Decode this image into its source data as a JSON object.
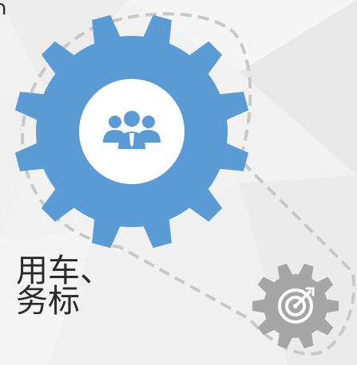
{
  "text_fragments": {
    "top_partial": "ר",
    "line1_partial": "用车、",
    "line2_partial": "务标"
  },
  "colors": {
    "background": "#f1f1f1",
    "big_gear": "#5b9bd5",
    "small_gear": "#a5a5a5",
    "gear_center": "#ffffff",
    "dashed_outline": "#c8c8c8",
    "text": "#2a2a2a"
  },
  "icons": {
    "big_gear_center": "team-people-icon",
    "small_gear_center": "target-icon"
  }
}
